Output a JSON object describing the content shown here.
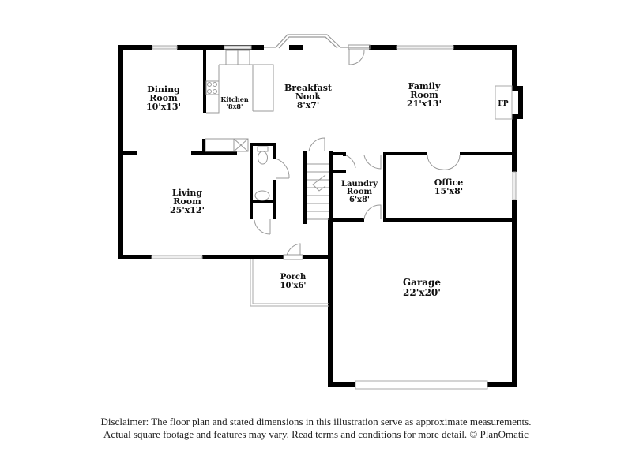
{
  "rooms": [
    {
      "name": "Dining Room",
      "line1": "Dining",
      "line2": "Room",
      "dims": "10'x13'"
    },
    {
      "name": "Kitchen",
      "line1": "Kitchen",
      "dims": "'8x8'"
    },
    {
      "name": "Breakfast Nook",
      "line1": "Breakfast",
      "line2": "Nook",
      "dims": "8'x7'"
    },
    {
      "name": "Family Room",
      "line1": "Family",
      "line2": "Room",
      "dims": "21'x13'"
    },
    {
      "name": "Living Room",
      "line1": "Living",
      "line2": "Room",
      "dims": "25'x12'"
    },
    {
      "name": "Laundry Room",
      "line1": "Laundry",
      "line2": "Room",
      "dims": "6'x8'"
    },
    {
      "name": "Office",
      "line1": "Office",
      "dims": "15'x8'"
    },
    {
      "name": "Porch",
      "line1": "Porch",
      "dims": "10'x6'"
    },
    {
      "name": "Garage",
      "line1": "Garage",
      "dims": "22'x20'"
    }
  ],
  "fireplace_label": "FP",
  "disclaimer": {
    "line1": "Disclaimer: The floor plan and stated dimensions in this illustration serve as approximate measurements.",
    "line2": "Actual square footage and features may vary. Read terms and conditions for more detail. © PlanOmatic"
  }
}
